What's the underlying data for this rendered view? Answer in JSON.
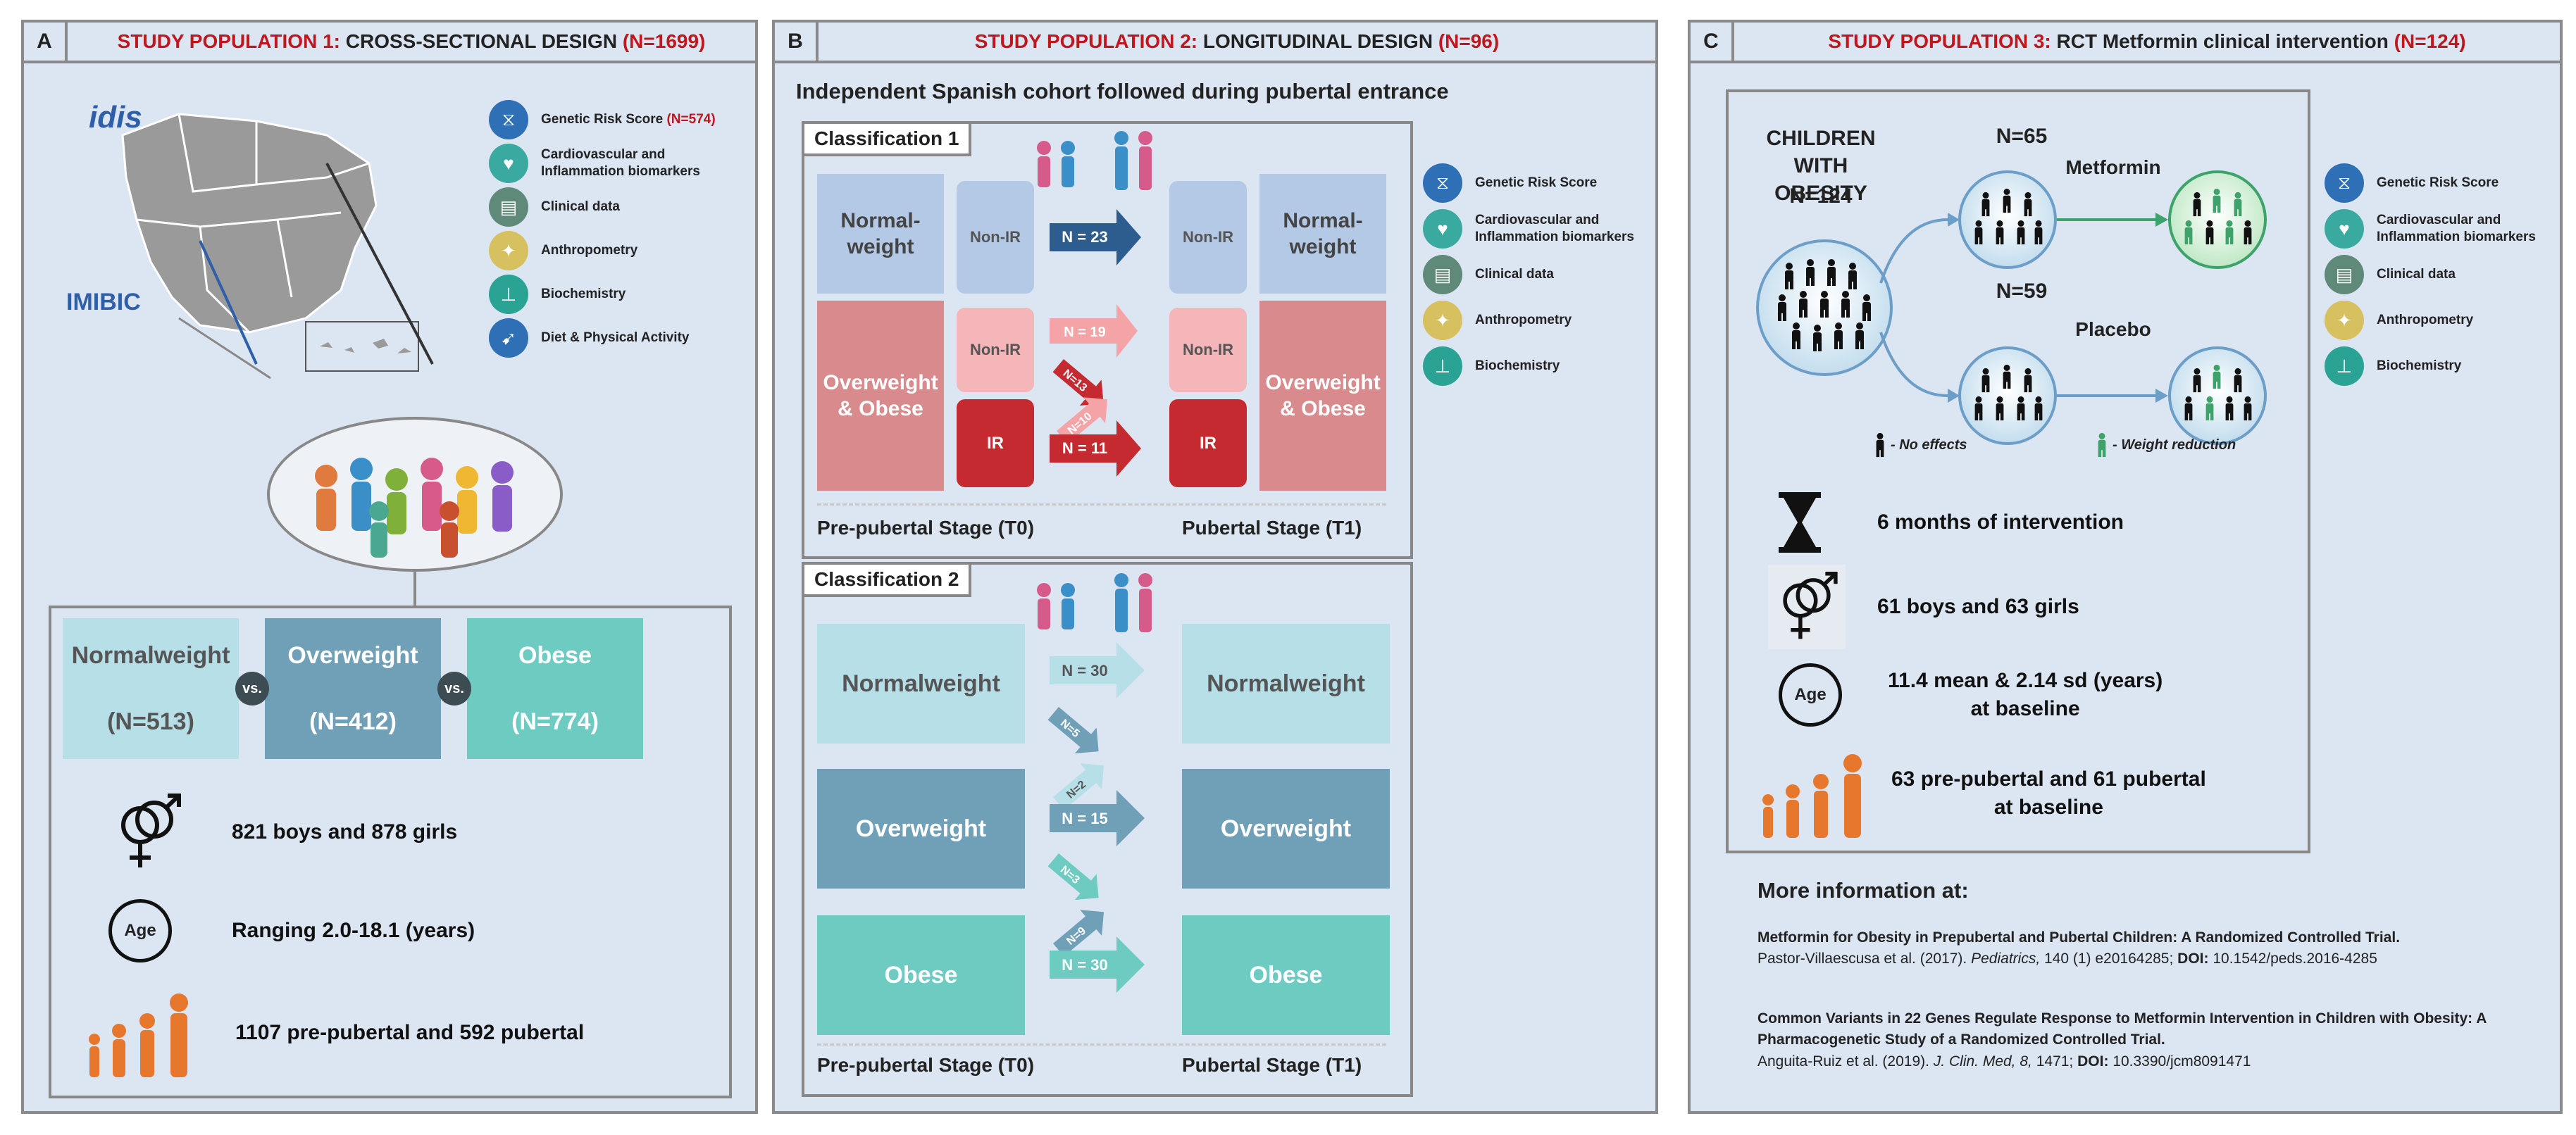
{
  "panel_a": {
    "letter": "A",
    "title_red": "STUDY POPULATION 1:",
    "title_black": "CROSS-SECTIONAL DESIGN",
    "title_n": "(N=1699)",
    "map_label_idis": "idis",
    "map_label_imibic": "IMIBIC",
    "legend": [
      {
        "label": "Genetic Risk Score",
        "suffix": "(N=574)",
        "icon": "dna-icon",
        "color": "#2f6fb5"
      },
      {
        "label": "Cardiovascular and Inflammation biomarkers",
        "suffix": "",
        "icon": "heart-icon",
        "color": "#3aaaa0"
      },
      {
        "label": "Clinical data",
        "suffix": "",
        "icon": "clipboard-icon",
        "color": "#5f8a7a"
      },
      {
        "label": "Anthropometry",
        "suffix": "",
        "icon": "body-icon",
        "color": "#d7c060"
      },
      {
        "label": "Biochemistry",
        "suffix": "",
        "icon": "test-tube-icon",
        "color": "#2aa394"
      },
      {
        "label": "Diet & Physical Activity",
        "suffix": "",
        "icon": "runner-icon",
        "color": "#2f6fb5"
      }
    ],
    "groups": [
      {
        "name": "Normalweight",
        "n": "(N=513)"
      },
      {
        "name": "Overweight",
        "n": "(N=412)"
      },
      {
        "name": "Obese",
        "n": "(N=774)"
      }
    ],
    "vs_label": "vs.",
    "stats": {
      "sex": "821 boys and 878 girls",
      "age_icon_label": "Age",
      "age": "Ranging 2.0-18.1 (years)",
      "puberty": "1107 pre-pubertal and 592 pubertal"
    }
  },
  "panel_b": {
    "letter": "B",
    "title_red": "STUDY POPULATION 2:",
    "title_black": "LONGITUDINAL DESIGN",
    "title_n": "(N=96)",
    "subtitle": "Independent Spanish cohort followed during pubertal entrance",
    "class1": {
      "label": "Classification 1",
      "left_normal": "Normal-weight",
      "left_over": "Overweight & Obese",
      "non_ir": "Non-IR",
      "ir": "IR",
      "right_normal": "Normal-weight",
      "right_over": "Overweight & Obese",
      "arrows": [
        "N = 23",
        "N = 19",
        "N=13",
        "N=10",
        "N = 11"
      ],
      "stage_left": "Pre-pubertal Stage (T0)",
      "stage_right": "Pubertal Stage (T1)"
    },
    "class2": {
      "label": "Classification 2",
      "left": [
        "Normalweight",
        "Overweight",
        "Obese"
      ],
      "right": [
        "Normalweight",
        "Overweight",
        "Obese"
      ],
      "arrows": [
        "N = 30",
        "N=5",
        "N=2",
        "N = 15",
        "N=3",
        "N=9",
        "N = 30"
      ],
      "stage_left": "Pre-pubertal Stage (T0)",
      "stage_right": "Pubertal Stage (T1)"
    },
    "legend": [
      {
        "label": "Genetic Risk Score",
        "icon": "dna-icon",
        "color": "#2f6fb5"
      },
      {
        "label": "Cardiovascular and Inflammation biomarkers",
        "icon": "heart-icon",
        "color": "#3aaaa0"
      },
      {
        "label": "Clinical data",
        "icon": "clipboard-icon",
        "color": "#5f8a7a"
      },
      {
        "label": "Anthropometry",
        "icon": "body-icon",
        "color": "#d7c060"
      },
      {
        "label": "Biochemistry",
        "icon": "test-tube-icon",
        "color": "#2aa394"
      }
    ]
  },
  "panel_c": {
    "letter": "C",
    "title_red": "STUDY POPULATION 3:",
    "title_black": "RCT Metformin clinical intervention",
    "title_n": "(N=124)",
    "children_label": "CHILDREN WITH OBESITY",
    "children_n": "N=124",
    "arm_top_n": "N=65",
    "arm_top_label": "Metformin",
    "arm_bottom_n": "N=59",
    "arm_bottom_label": "Placebo",
    "key_no_effect": "- No effects",
    "key_weight": "- Weight reduction",
    "stats": {
      "duration": "6 months of intervention",
      "sex": "61 boys and 63 girls",
      "age_icon_label": "Age",
      "age_line1": "11.4 mean & 2.14 sd (years)",
      "age_line2": "at baseline",
      "puberty_line1": "63 pre-pubertal and 61 pubertal",
      "puberty_line2": "at baseline"
    },
    "legend": [
      {
        "label": "Genetic Risk Score",
        "icon": "dna-icon",
        "color": "#2f6fb5"
      },
      {
        "label": "Cardiovascular and Inflammation biomarkers",
        "icon": "heart-icon",
        "color": "#3aaaa0"
      },
      {
        "label": "Clinical data",
        "icon": "clipboard-icon",
        "color": "#5f8a7a"
      },
      {
        "label": "Anthropometry",
        "icon": "body-icon",
        "color": "#d7c060"
      },
      {
        "label": "Biochemistry",
        "icon": "test-tube-icon",
        "color": "#2aa394"
      }
    ],
    "more_info": "More information at:",
    "ref1_title": "Metformin for Obesity in Prepubertal and Pubertal Children: A Randomized Controlled Trial.",
    "ref1_authors": "Pastor-Villaescusa et al. (2017).",
    "ref1_journal": "Pediatrics,",
    "ref1_details": "140 (1) e20164285;",
    "ref1_doi_label": "DOI:",
    "ref1_doi": "10.1542/peds.2016-4285",
    "ref2_title": "Common Variants in 22 Genes Regulate Response to Metformin Intervention in Children with Obesity: A Pharmacogenetic Study of a Randomized Controlled Trial.",
    "ref2_authors": "Anguita-Ruiz et al. (2019).",
    "ref2_journal": "J. Clin. Med, 8,",
    "ref2_details": "1471;",
    "ref2_doi_label": "DOI:",
    "ref2_doi": "10.3390/jcm8091471"
  }
}
